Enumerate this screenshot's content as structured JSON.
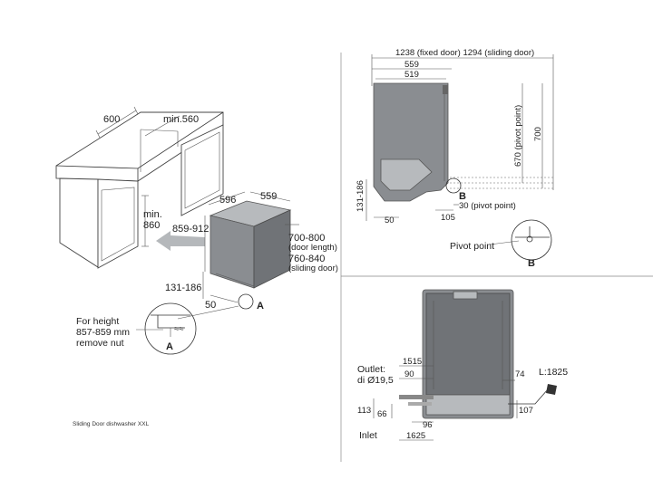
{
  "left_view": {
    "cabinet_width": "600",
    "opening_width": "min.560",
    "height_min": "min.",
    "height_min_value": "860",
    "height_range": "859-912",
    "appliance_width": "596",
    "appliance_depth": "559",
    "door_length_value": "700-800",
    "door_length_note": "(door length)",
    "sliding_door_value": "760-840",
    "sliding_door_note": "(sliding door)",
    "plinth_height": "131-186",
    "plinth_depth": "50",
    "callout_a": "A",
    "detail_note": [
      "For height",
      "857-859 mm",
      "remove nut"
    ],
    "detail_callout": "A"
  },
  "top_right_view": {
    "total_depth": "1238 (fixed door) 1294 (sliding door)",
    "depth_559": "559",
    "depth_519": "519",
    "height_670": "670 (pivot point)",
    "height_700": "700",
    "plinth_range": "131-186",
    "dim_50": "50",
    "dim_105": "105",
    "dim_30": "30 (pivot point)",
    "callout_b": "B",
    "pivot_label": "Pivot point",
    "detail_callout_b": "B"
  },
  "bottom_right_view": {
    "outlet_label": "Outlet:",
    "outlet_diameter": "di Ø19,5",
    "dim_1515": "1515",
    "dim_90": "90",
    "dim_74": "74",
    "power_length": "L:1825",
    "dim_113": "113",
    "dim_66": "66",
    "dim_96": "96",
    "dim_107": "107",
    "inlet_label": "Inlet",
    "dim_1625": "1625"
  },
  "caption": "Sliding Door dishwasher XXL",
  "colors": {
    "appliance": "#8a8d91",
    "appliance_dark": "#707377",
    "arrow": "#b5b8bb",
    "lines": "#333333"
  }
}
